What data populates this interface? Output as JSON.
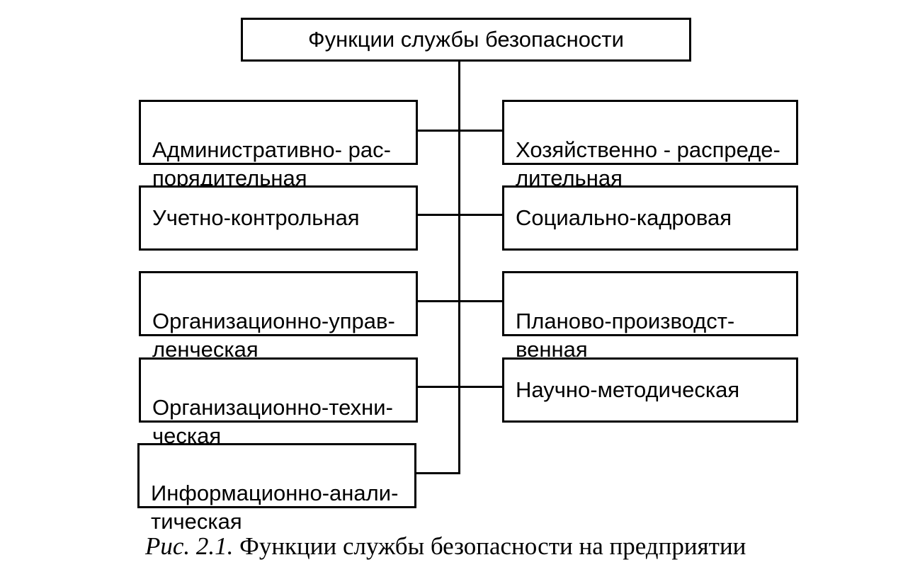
{
  "diagram": {
    "root": "Функции службы безопасности",
    "left": [
      "Административно- рас-\nпорядительная",
      "Учетно-контрольная",
      "Организационно-управ-\nленческая",
      "Организационно-техни-\nческая",
      "Информационно-анали-\nтическая"
    ],
    "right": [
      "Хозяйственно - распреде-\nлительная",
      "Социально-кадровая",
      "Планово-производст-\nвенная",
      "Научно-методическая"
    ]
  },
  "caption": {
    "figure_label": "Рис. 2.1.",
    "text": "Функции службы безопасности на предприятии"
  }
}
